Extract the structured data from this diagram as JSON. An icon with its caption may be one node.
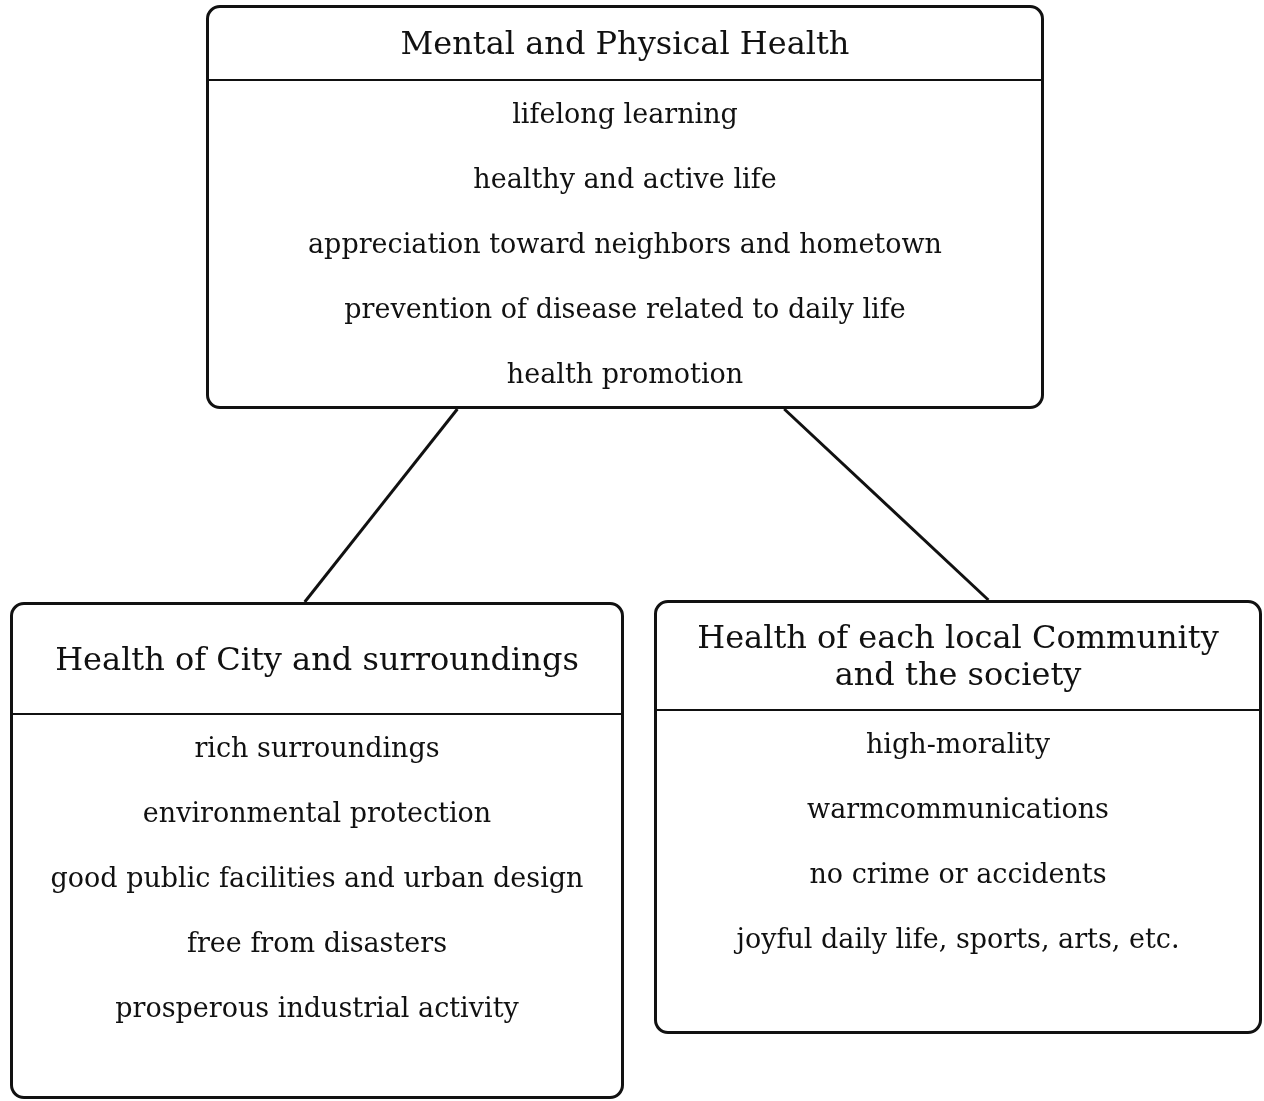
{
  "diagram": {
    "nodes": [
      {
        "text": [
          "Mental and Physical Health",
          "lifelong learning",
          "healthy and active life",
          "appreciation toward neighbors and hometown",
          "prevention of disease related to daily life",
          "health promotion"
        ]
      },
      {
        "text": [
          "Health of City and surroundings",
          "rich surroundings",
          "environmental protection",
          "good public facilities and urban design",
          "free from disasters",
          "prosperous industrial activity"
        ]
      },
      {
        "text": [
          "Health of each local Community and the society",
          "high-morality",
          "warmcommunications",
          "no crime or accidents",
          "joyful daily life, sports, arts, etc."
        ]
      }
    ],
    "edges": [
      {
        "from": 0,
        "to": 1,
        "arrow": "none"
      },
      {
        "from": 0,
        "to": 2,
        "arrow": "none"
      }
    ]
  }
}
